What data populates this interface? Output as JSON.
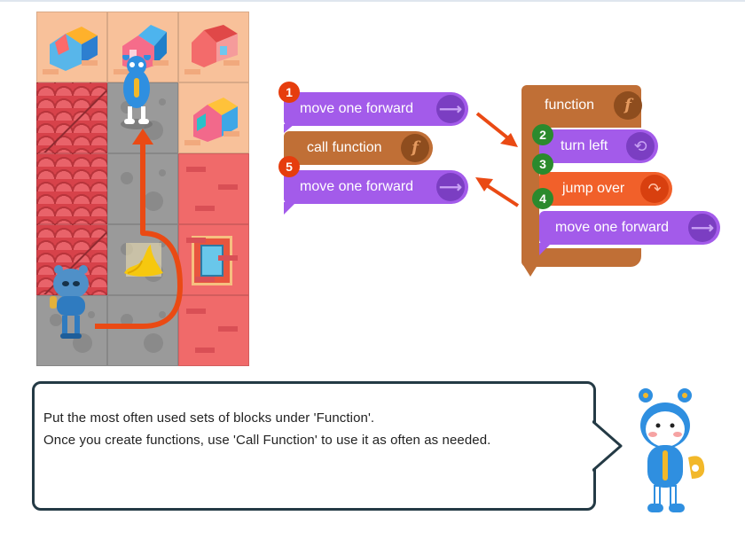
{
  "grid": {
    "rows": [
      [
        "house-blue",
        "house-pink-blue",
        "house-red"
      ],
      [
        "scales",
        "stone",
        "house-pink-yellow"
      ],
      [
        "scales",
        "stone",
        "bricks"
      ],
      [
        "scales",
        "banana-peel",
        "exit-door"
      ],
      [
        "stone",
        "stone",
        "bricks"
      ]
    ]
  },
  "blocks": {
    "main": [
      {
        "label": "move one forward",
        "icon": "arrow-right-icon",
        "badge": "1"
      },
      {
        "label": "call function",
        "icon": "function-icon",
        "badge": ""
      },
      {
        "label": "move one forward",
        "icon": "arrow-right-icon",
        "badge": "5"
      }
    ],
    "function": {
      "label": "function",
      "icon": "function-icon",
      "steps": [
        {
          "label": "turn left",
          "icon": "turn-left-icon",
          "badge": "2"
        },
        {
          "label": "jump over",
          "icon": "jump-icon",
          "badge": "3"
        },
        {
          "label": "move one forward",
          "icon": "arrow-right-icon",
          "badge": "4"
        }
      ]
    }
  },
  "hint": {
    "line1": "Put the most often used sets of blocks under 'Function'.",
    "line2": "Once you create functions, use 'Call Function' to use it as often as needed."
  },
  "colors": {
    "move_block": "#a35bea",
    "jump_block": "#f1602a",
    "function_block": "#c06f36",
    "step_badge_red": "#e63d0d",
    "step_badge_green": "#2b8a2d",
    "path_arrow": "#ea4a14"
  }
}
